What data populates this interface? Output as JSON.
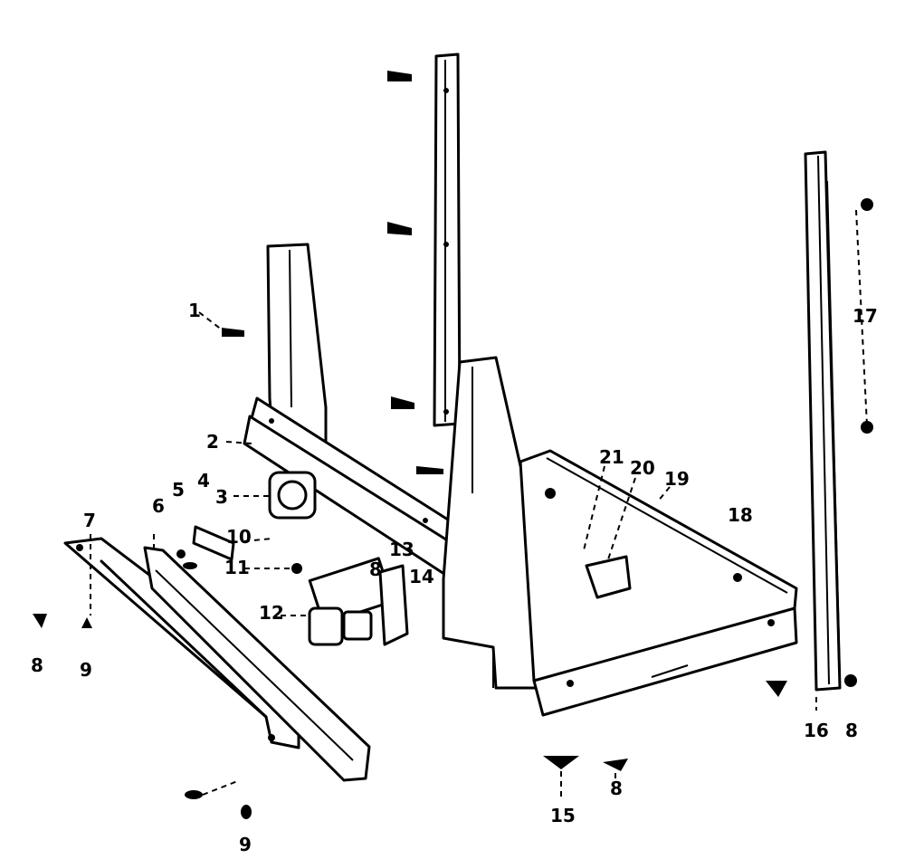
{
  "diagram": {
    "callouts": [
      "1",
      "2",
      "3",
      "4",
      "5",
      "6",
      "7",
      "8",
      "9",
      "10",
      "11",
      "12",
      "13",
      "14",
      "15",
      "16",
      "17",
      "18",
      "19",
      "20",
      "21"
    ],
    "extra_callouts": [
      "8",
      "8",
      "9",
      "8"
    ]
  }
}
